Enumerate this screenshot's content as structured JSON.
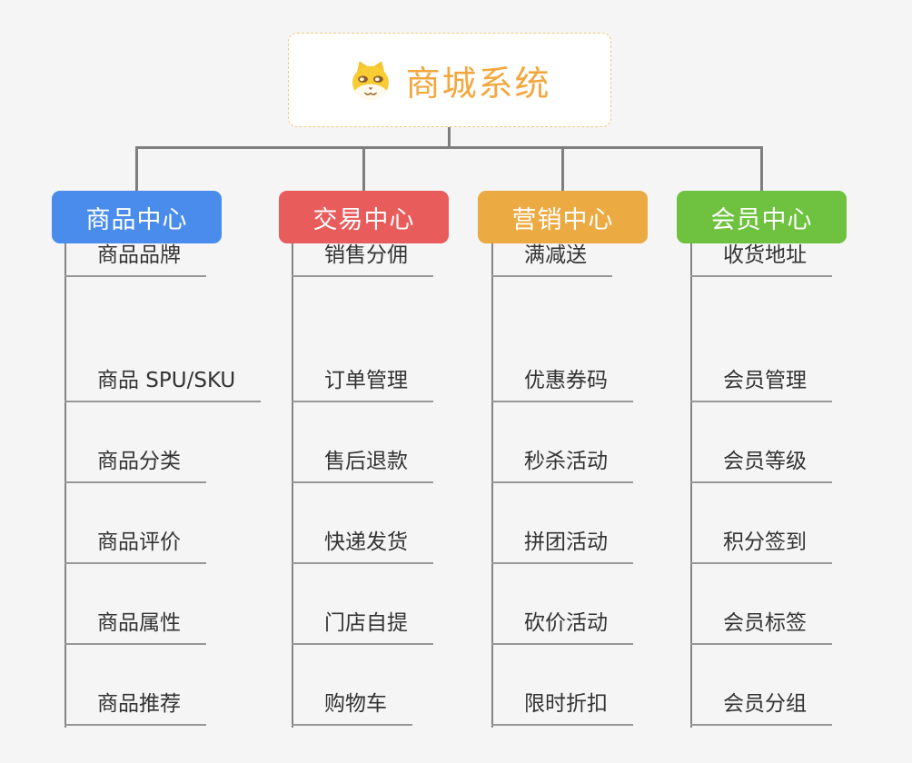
{
  "root": {
    "title": "商城系统",
    "icon": "shiba-dog-icon"
  },
  "branches": [
    {
      "title": "商品中心",
      "color": "#4A8CEC",
      "items": [
        "商品 SPU/SKU",
        "商品分类",
        "商品评价",
        "商品属性",
        "商品推荐",
        "商品品牌"
      ]
    },
    {
      "title": "交易中心",
      "color": "#E85C5C",
      "items": [
        "订单管理",
        "售后退款",
        "快递发货",
        "门店自提",
        "购物车",
        "销售分佣"
      ]
    },
    {
      "title": "营销中心",
      "color": "#ECAA42",
      "items": [
        "优惠券码",
        "秒杀活动",
        "拼团活动",
        "砍价活动",
        "限时折扣",
        "满减送"
      ]
    },
    {
      "title": "会员中心",
      "color": "#6EC23F",
      "items": [
        "会员管理",
        "会员等级",
        "积分签到",
        "会员标签",
        "会员分组",
        "收货地址"
      ]
    }
  ],
  "colors": {
    "background": "#F5F5F6",
    "root_text": "#F2A73E",
    "root_border": "#EFC87D",
    "connector": "#7E7E7E",
    "leaf_spine": "#848484",
    "leaf_underline": "#979797",
    "leaf_text": "#333333"
  }
}
